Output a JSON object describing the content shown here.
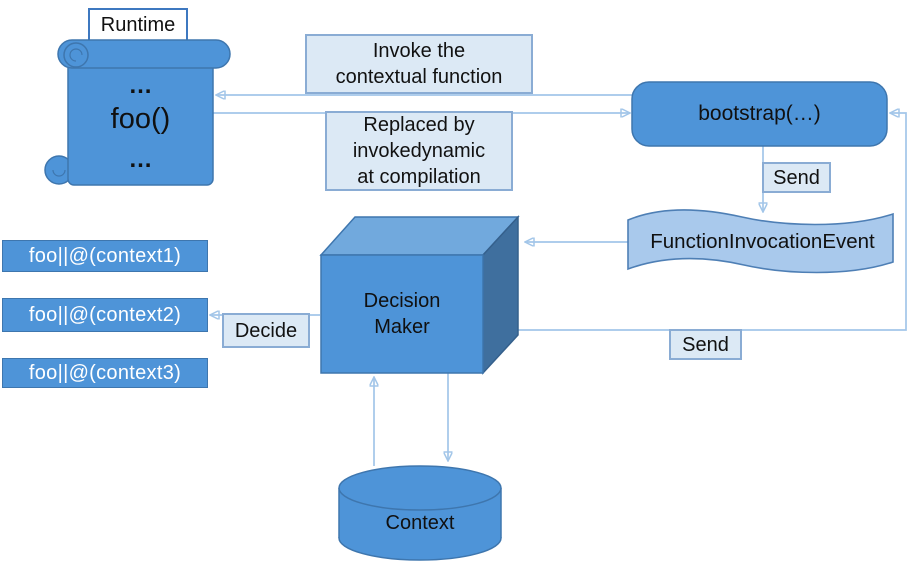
{
  "colors": {
    "shape_blue": "#4E94D8",
    "shape_border": "#3E76AE",
    "cube_top": "#71A9DD",
    "cube_side": "#3F6F9E",
    "wave_fill": "#A9C9EC",
    "wave_border": "#4E7FB5",
    "note_fill": "#DCE9F5",
    "note_border": "#8AACD4",
    "connector_line": "#A3C6E9",
    "arrowhead": "#4689CE"
  },
  "nodes": {
    "runtime": {
      "label": "Runtime"
    },
    "scroll": {
      "top_ellipsis": "…",
      "function_call": "foo()",
      "bottom_ellipsis": "…"
    },
    "bootstrap": {
      "label": "bootstrap(…)"
    },
    "event": {
      "label": "FunctionInvocationEvent"
    },
    "decision_maker": {
      "line1": "Decision",
      "line2": "Maker"
    },
    "context": {
      "label": "Context"
    },
    "candidates": [
      {
        "label": "foo||@(context1)"
      },
      {
        "label": "foo||@(context2)"
      },
      {
        "label": "foo||@(context3)"
      }
    ]
  },
  "annotations": {
    "invoke": {
      "line1": "Invoke the",
      "line2": "contextual function"
    },
    "replaced": {
      "line1": "Replaced by",
      "line2": "invokedynamic",
      "line3": "at compilation"
    },
    "send_top": {
      "label": "Send"
    },
    "send_bottom": {
      "label": "Send"
    },
    "decide": {
      "label": "Decide"
    }
  }
}
